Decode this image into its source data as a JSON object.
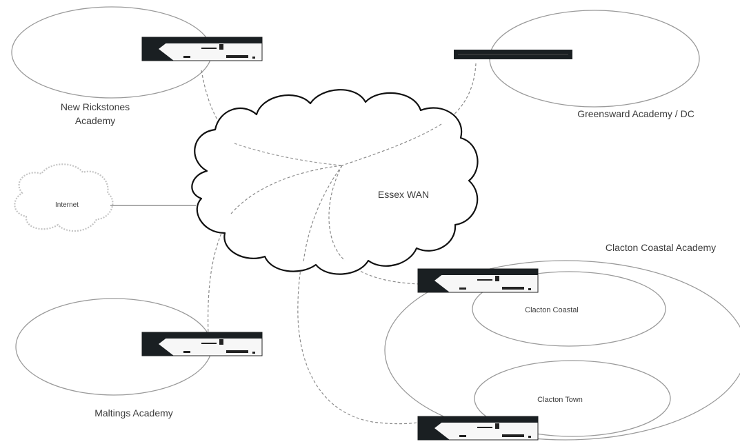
{
  "diagram": {
    "nodes": {
      "new_rickstones": {
        "label_line1": "New Rickstones",
        "label_line2": "Academy"
      },
      "greensward": {
        "label": "Greensward Academy / DC"
      },
      "internet": {
        "label": "Internet"
      },
      "essex_wan": {
        "label": "Essex WAN"
      },
      "clacton_coastal_academy": {
        "label": "Clacton Coastal Academy"
      },
      "clacton_coastal": {
        "label": "Clacton Coastal"
      },
      "clacton_town": {
        "label": "Clacton Town"
      },
      "maltings": {
        "label": "Maltings Academy"
      }
    },
    "colors": {
      "ellipse_stroke": "#9a9a9a",
      "cloud_stroke": "#111111",
      "link_stroke": "#8a8a8a",
      "device_dark": "#1a1f22"
    },
    "icons": [
      "router-icon",
      "cloud-icon"
    ]
  }
}
